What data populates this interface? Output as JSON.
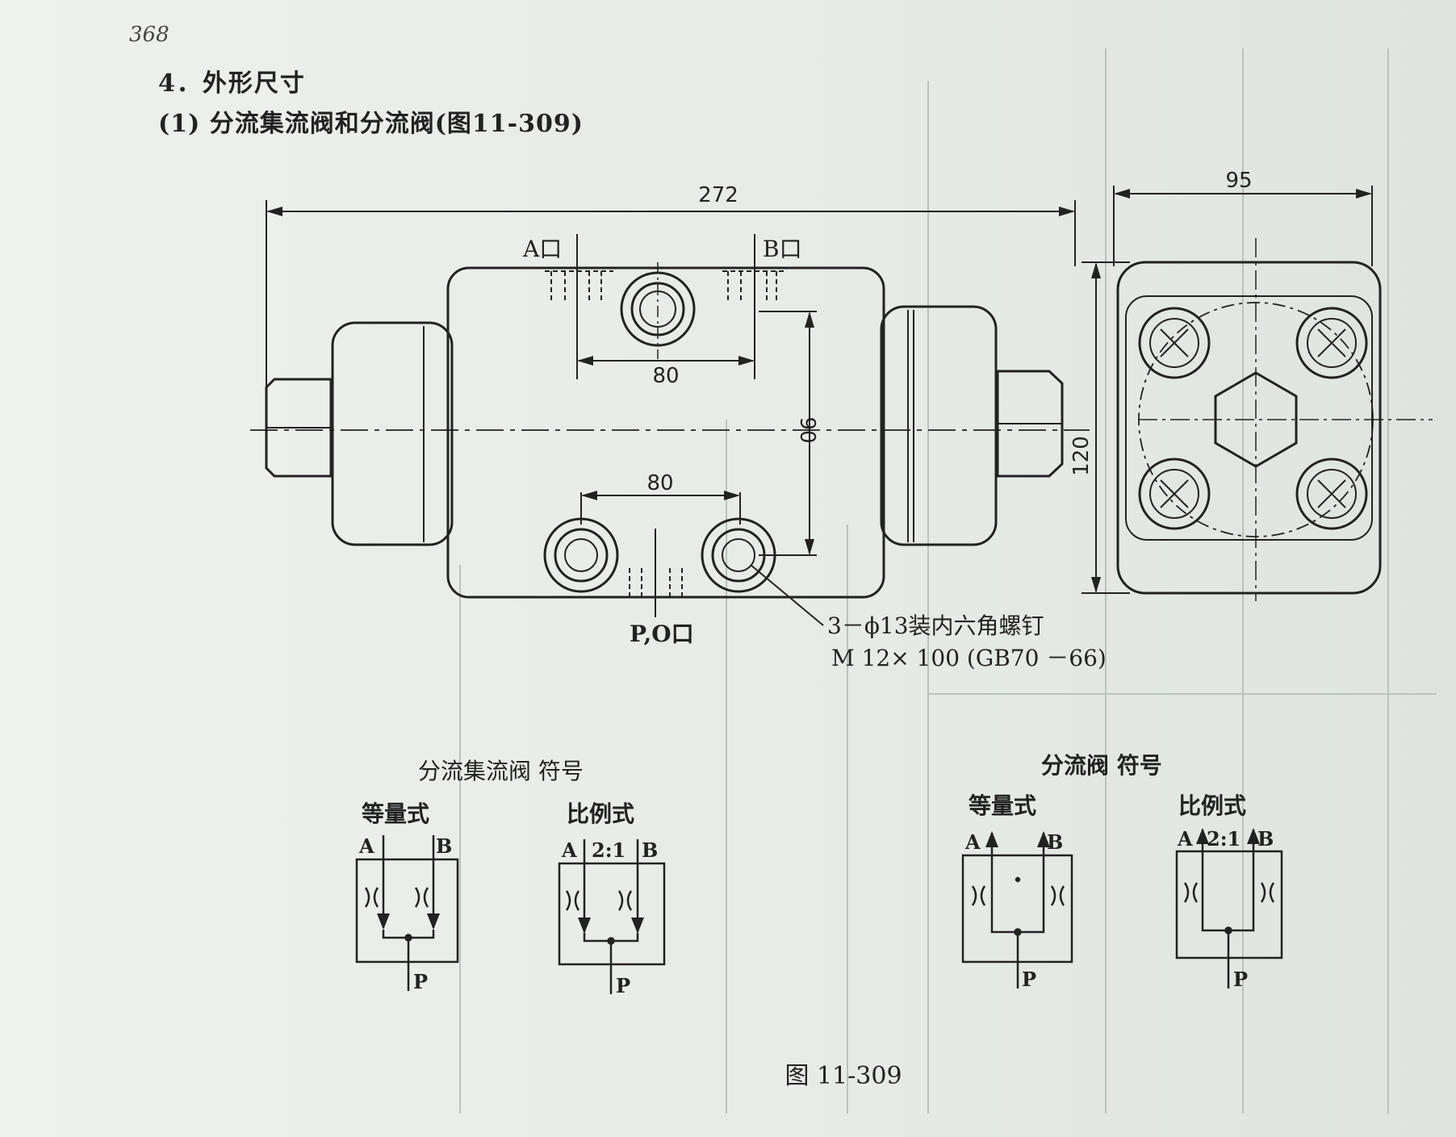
{
  "page": {
    "number": "368",
    "section_heading": "4．外形尺寸",
    "sub_heading": "(1) 分流集流阀和分流阀(图11-309)"
  },
  "drawing": {
    "dim_overall_length": "272",
    "dim_side_width": "95",
    "dim_port_spacing_top": "80",
    "dim_port_spacing_bottom": "80",
    "dim_height": "90",
    "dim_side_height": "120",
    "port_a_label": "A口",
    "port_b_label": "B口",
    "port_po_label": "P,O口",
    "bolt_note_line1": "3－ϕ13装内六角螺钉",
    "bolt_note_line2": "M 12× 100 (GB70 －66)"
  },
  "symbols": {
    "group1_title": "分流集流阀 符号",
    "group2_title": "分流阀 符号",
    "equal_type": "等量式",
    "ratio_type": "比例式",
    "port_a": "A",
    "port_b": "B",
    "port_p": "P",
    "ratio": "2:1"
  },
  "figure_caption": "图 11-309"
}
